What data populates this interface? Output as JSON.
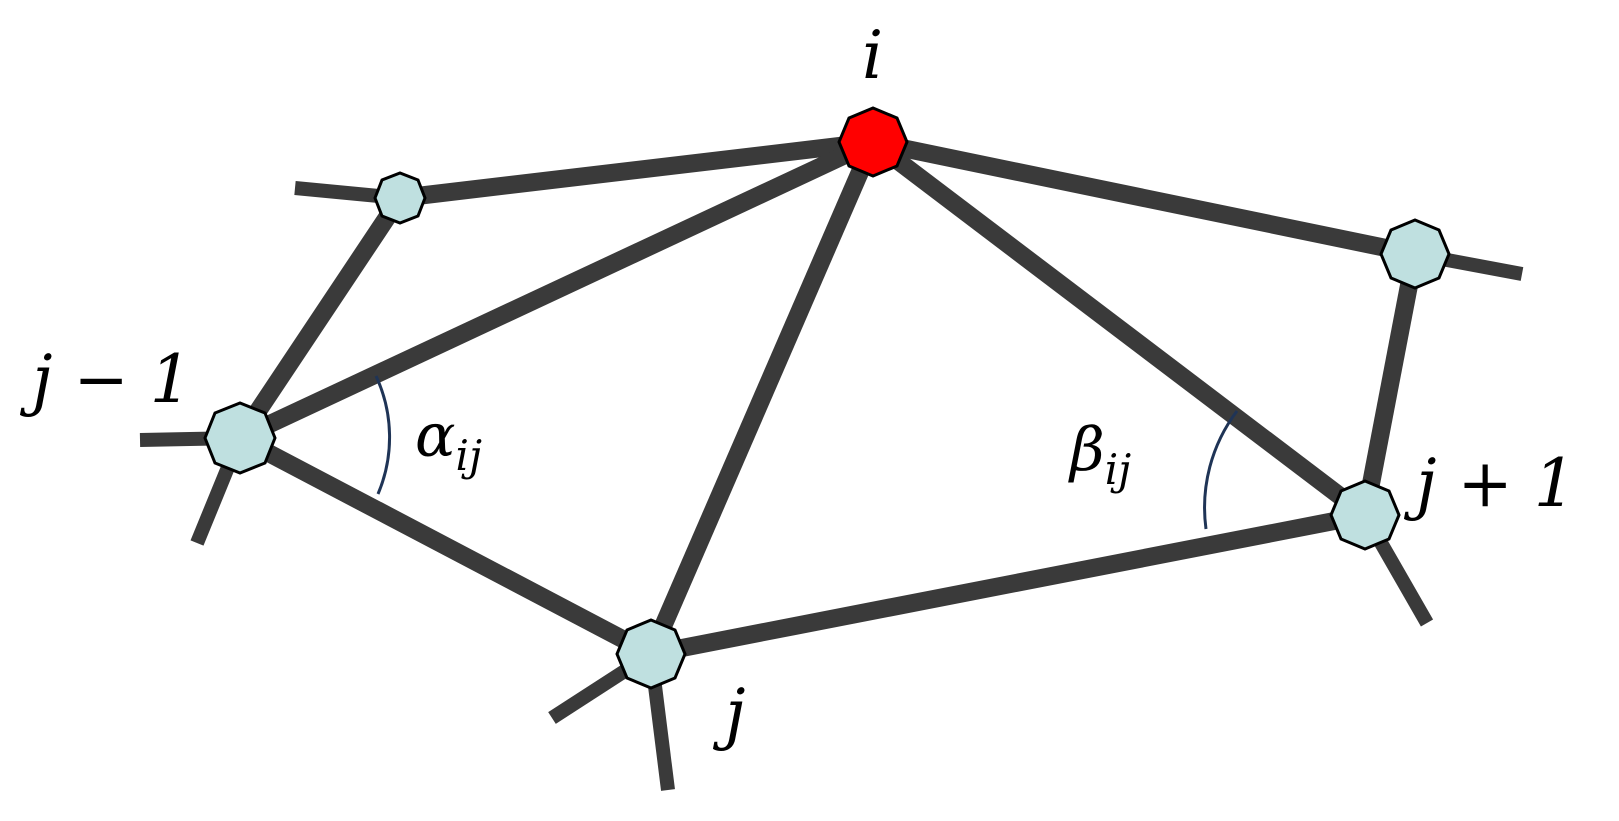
{
  "colors": {
    "center_vertex": "#ff0000",
    "neighbor_vertex": "#bfe0e0",
    "edge": "#3a3a3a",
    "angle_arc": "#1f3456"
  },
  "labels": {
    "center": "i",
    "j": "j",
    "j_minus_1": "j − 1",
    "j_plus_1": "j + 1",
    "alpha": "α",
    "beta": "β",
    "subscript": "ij"
  }
}
